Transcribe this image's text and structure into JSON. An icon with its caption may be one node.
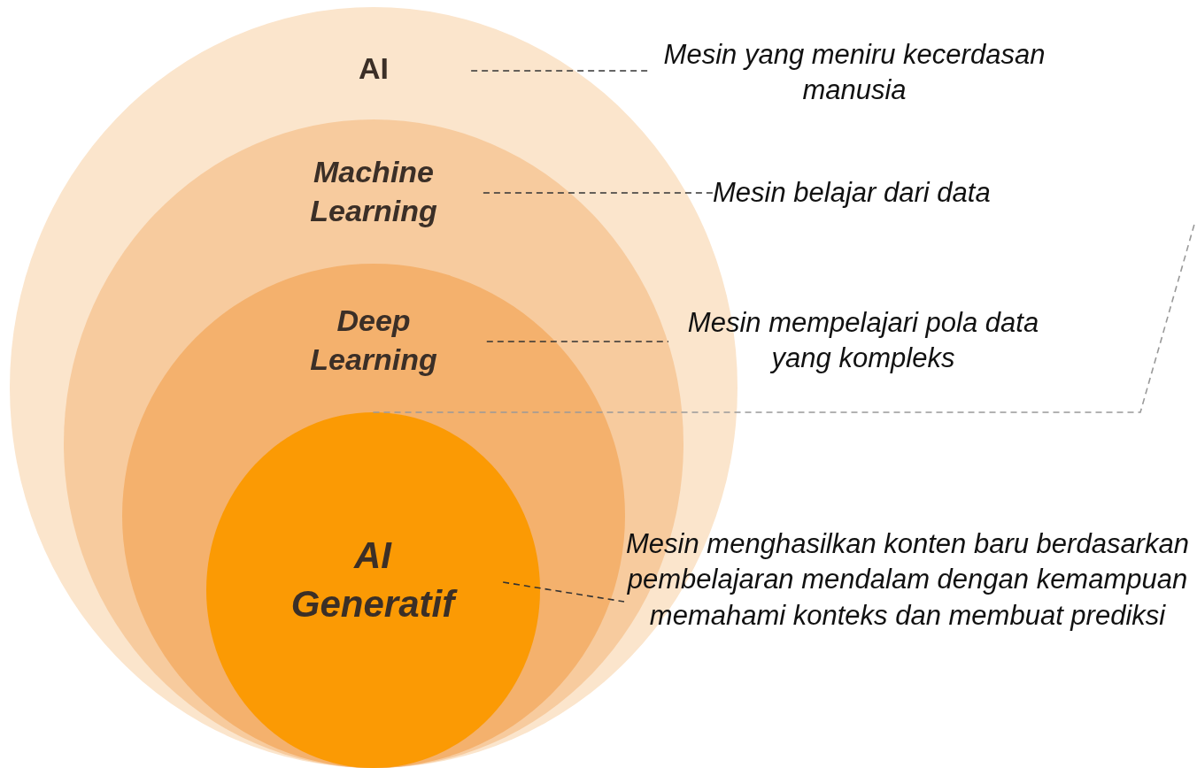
{
  "diagram": {
    "nodes": [
      {
        "text": [
          "AI"
        ]
      },
      {
        "text": [
          "Machine Learning"
        ],
        "in": 0
      },
      {
        "text": [
          "Deep Learning"
        ],
        "in": 1
      },
      {
        "text": [
          "AI Generatif"
        ],
        "in": 2
      },
      {
        "text": [
          "Mesin yang meniru kecerdasan manusia"
        ]
      },
      {
        "text": [
          "Mesin belajar dari data"
        ]
      },
      {
        "text": [
          "Mesin mempelajari pola data yang kompleks"
        ]
      },
      {
        "text": [
          "Mesin menghasilkan konten baru berdasarkan pembelajaran mendalam dengan kemampuan memahami konteks dan membuat prediksi"
        ]
      }
    ],
    "edges": [
      {
        "from": 0,
        "to": 4,
        "arrow": "none",
        "style": "dashed"
      },
      {
        "from": 1,
        "to": 5,
        "arrow": "none",
        "style": "dashed"
      },
      {
        "from": 2,
        "to": 6,
        "arrow": "none",
        "style": "dashed"
      },
      {
        "from": 3,
        "to": 7,
        "arrow": "none",
        "style": "dashed"
      },
      {
        "from": 3,
        "to": null,
        "arrow": "none",
        "style": "dashed",
        "color": "#999999"
      }
    ]
  }
}
